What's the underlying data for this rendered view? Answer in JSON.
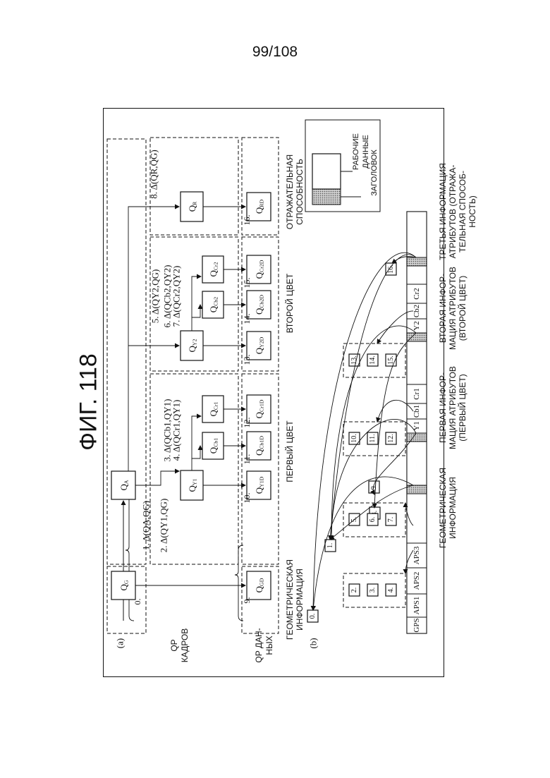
{
  "page_number": "99/108",
  "figure_title": "ФИГ. 118",
  "part_a": {
    "label": "(a)",
    "row_labels": {
      "frame_qp": [
        "QP",
        "КАДРОВ"
      ],
      "data_qp": [
        "QP ДАН-",
        "НЫХ"
      ]
    },
    "section_labels": {
      "geometry": [
        "ГЕОМЕТРИЧЕСКАЯ",
        "ИНФОРМАЦИЯ"
      ],
      "first_color": [
        "ПЕРВЫЙ ЦВЕТ"
      ],
      "second_color": [
        "ВТОРОЙ ЦВЕТ"
      ],
      "reflectance": [
        "ОТРАЖАТЕЛЬНАЯ",
        "СПОСОБНОСТЬ"
      ]
    },
    "nodes": {
      "qg": "QG",
      "qa": "QA",
      "qy1": "QY1",
      "qcb1": "QCb1",
      "qcr1": "QCr1",
      "qy2": "QY2",
      "qcb2": "QCb2",
      "qcr2": "QCr2",
      "qr": "QR",
      "qgd": "QGD",
      "qy1d": "QY1D",
      "qcb1d": "QCb1D",
      "qcr1d": "QCr1D",
      "qy2d": "QY2D",
      "qcb2d": "QCb2D",
      "qcr2d": "QCr2D",
      "qrd": "QRD"
    },
    "step_labels": {
      "s0": "0.",
      "s1": "1. Δ(QA,QG)",
      "s2": "2. Δ(QY1,QG)",
      "s3": "3. Δ(QCb1,QY1)",
      "s4": "4. Δ(QCr1,QY1)",
      "s5": "5. Δ(QY2,QG)",
      "s6": "6. Δ(QCb2,QY2)",
      "s7": "7. Δ(QCr2,QY2)",
      "s8": "8. Δ(QR,QG)",
      "s9": "9.",
      "s10": "10.",
      "s11": "11.",
      "s12": "12.",
      "s13": "13.",
      "s14": "14.",
      "s15": "15.",
      "s16": "16."
    }
  },
  "part_b": {
    "label": "(b)",
    "stream": [
      "GPS",
      "APS1",
      "APS2",
      "APS3",
      "Y1",
      "Cb1",
      "Cr1",
      "Y2",
      "Cb2",
      "Cr2"
    ],
    "boxes": {
      "b0": "0.",
      "b1": "1.",
      "b8": "8.",
      "b9": "9.",
      "b16": "16.",
      "g1": [
        "2.",
        "3.",
        "4."
      ],
      "g2": [
        "5.",
        "6.",
        "7."
      ],
      "g3": [
        "10.",
        "11.",
        "12."
      ],
      "g4": [
        "13.",
        "14.",
        "15."
      ]
    },
    "stream_labels": {
      "geometry": [
        "ГЕОМЕТРИЧЕСКАЯ",
        "ИНФОРМАЦИЯ"
      ],
      "attr1": [
        "ПЕРВАЯ ИНФОР-",
        "МАЦИЯ АТРИБУТОВ",
        "(ПЕРВЫЙ ЦВЕТ)"
      ],
      "attr2": [
        "ВТОРАЯ ИНФОР-",
        "МАЦИЯ АТРИБУТОВ",
        "(ВТОРОЙ ЦВЕТ)"
      ],
      "attr3": [
        "ТРЕТЬЯ ИНФОРМАЦИЯ",
        "АТРИБУТОВ (ОТРАЖА-",
        "ТЕЛЬНАЯ СПОСОБ-",
        "НОСТЬ)"
      ]
    },
    "legend": {
      "payload": [
        "РАБОЧИЕ",
        "ДАННЫЕ"
      ],
      "header": "ЗАГОЛОВОК"
    }
  }
}
